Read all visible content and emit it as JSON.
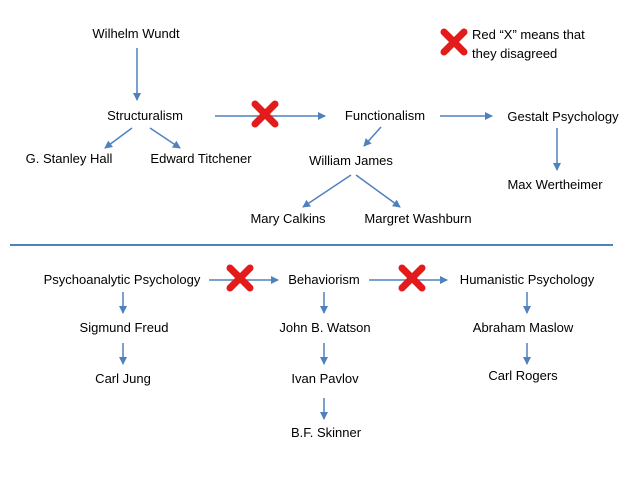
{
  "colors": {
    "arrow": "#4f81bd",
    "disagree": "#e31b1b",
    "divider": "#4f81bd",
    "text": "#000000"
  },
  "icons": {
    "disagree": "red-x-icon"
  },
  "legend": {
    "line1": "Red “X” means that",
    "line2": "they disagreed"
  },
  "nodes": {
    "wundt": "Wilhelm Wundt",
    "structuralism": "Structuralism",
    "functionalism": "Functionalism",
    "gestalt": "Gestalt Psychology",
    "hall": "G. Stanley Hall",
    "titchener": "Edward Titchener",
    "james": "William James",
    "wertheimer": "Max Wertheimer",
    "calkins": "Mary Calkins",
    "washburn": "Margret Washburn",
    "psychoanalytic": "Psychoanalytic Psychology",
    "behaviorism": "Behaviorism",
    "humanistic": "Humanistic Psychology",
    "freud": "Sigmund Freud",
    "watson": "John B. Watson",
    "maslow": "Abraham Maslow",
    "jung": "Carl Jung",
    "pavlov": "Ivan Pavlov",
    "rogers": "Carl Rogers",
    "skinner": "B.F. Skinner"
  }
}
